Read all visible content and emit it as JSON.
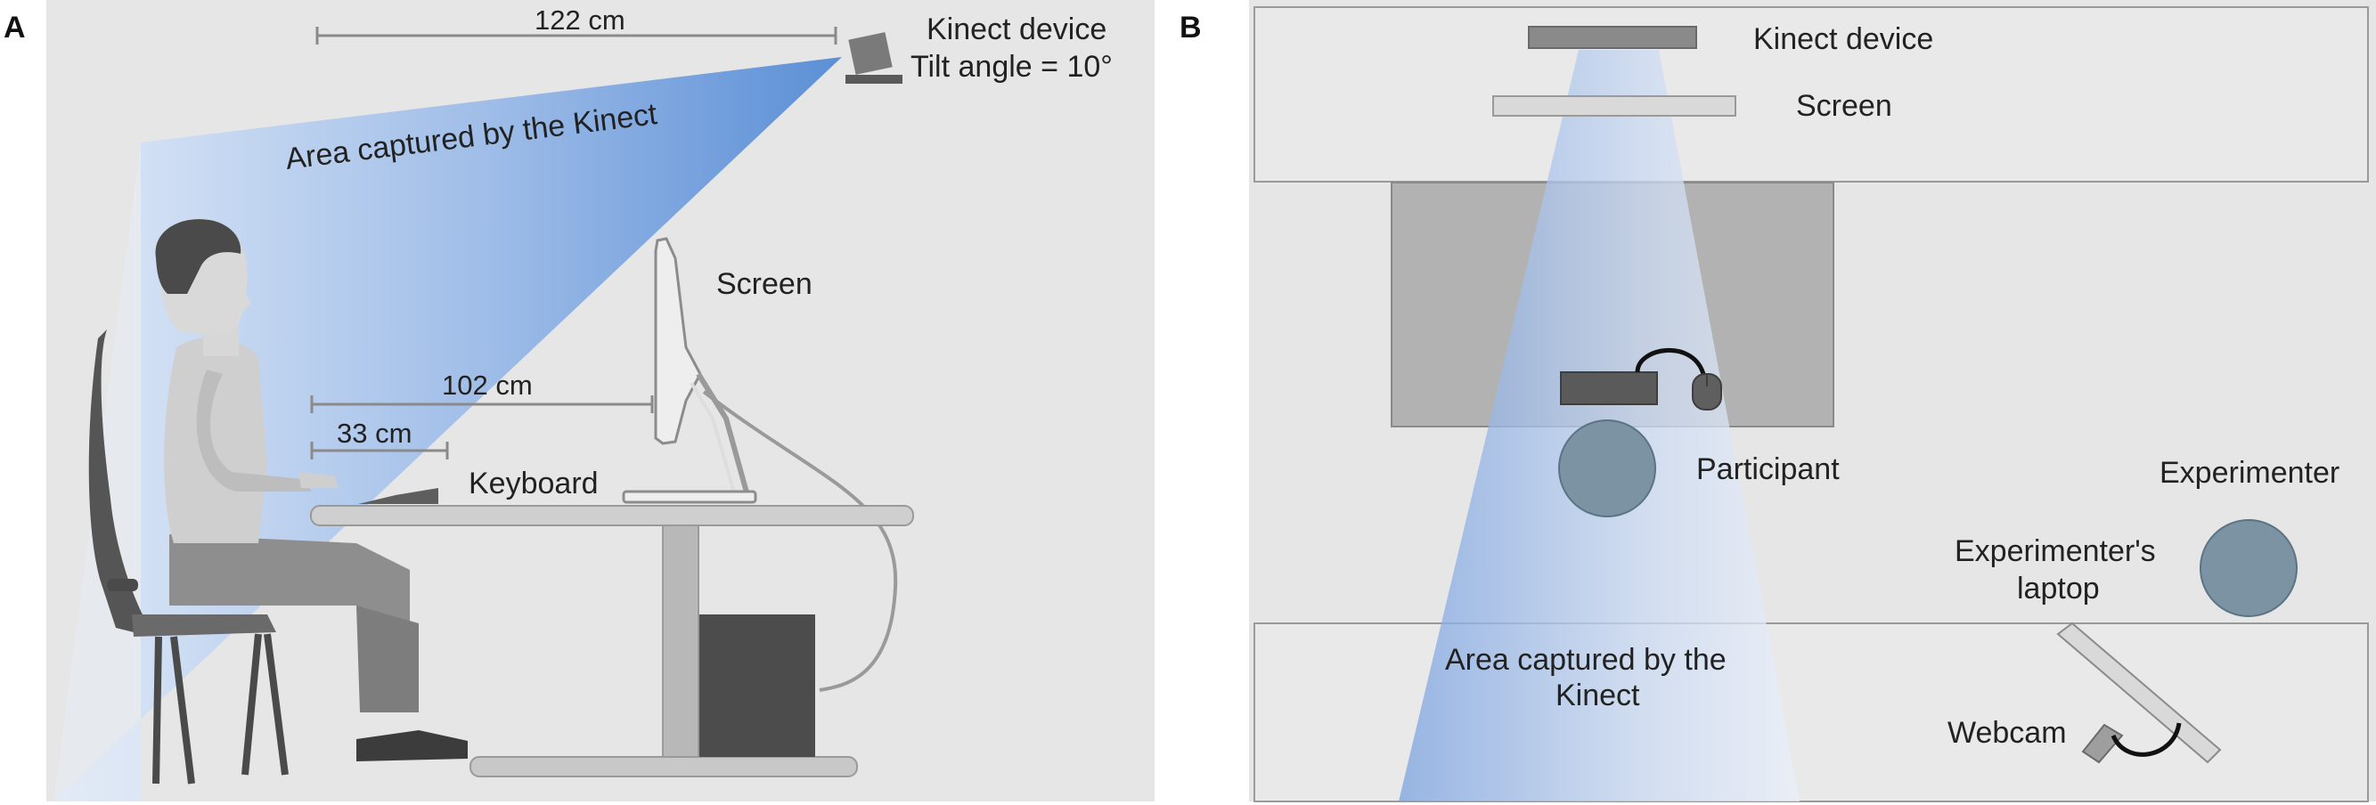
{
  "panels": {
    "a": {
      "letter": "A",
      "dim_top": "122 cm",
      "kinect_label_line1": "Kinect device",
      "kinect_label_line2": "Tilt angle = 10°",
      "area_label": "Area captured by the Kinect",
      "screen_label": "Screen",
      "dim_mid": "102 cm",
      "dim_short": "33 cm",
      "keyboard_label": "Keyboard"
    },
    "b": {
      "letter": "B",
      "kinect_label": "Kinect device",
      "screen_label": "Screen",
      "participant_label": "Participant",
      "experimenter_label": "Experimenter",
      "laptop_label_line1": "Experimenter's",
      "laptop_label_line2": "laptop",
      "area_label_line1": "Area captured by the",
      "area_label_line2": "Kinect",
      "webcam_label": "Webcam"
    }
  },
  "colors": {
    "panel_bg": "#e6e6e6",
    "kinect_blue": "#5b8fd6",
    "grey_dark": "#5a5a5a",
    "circle_fill": "#7b93a3"
  }
}
